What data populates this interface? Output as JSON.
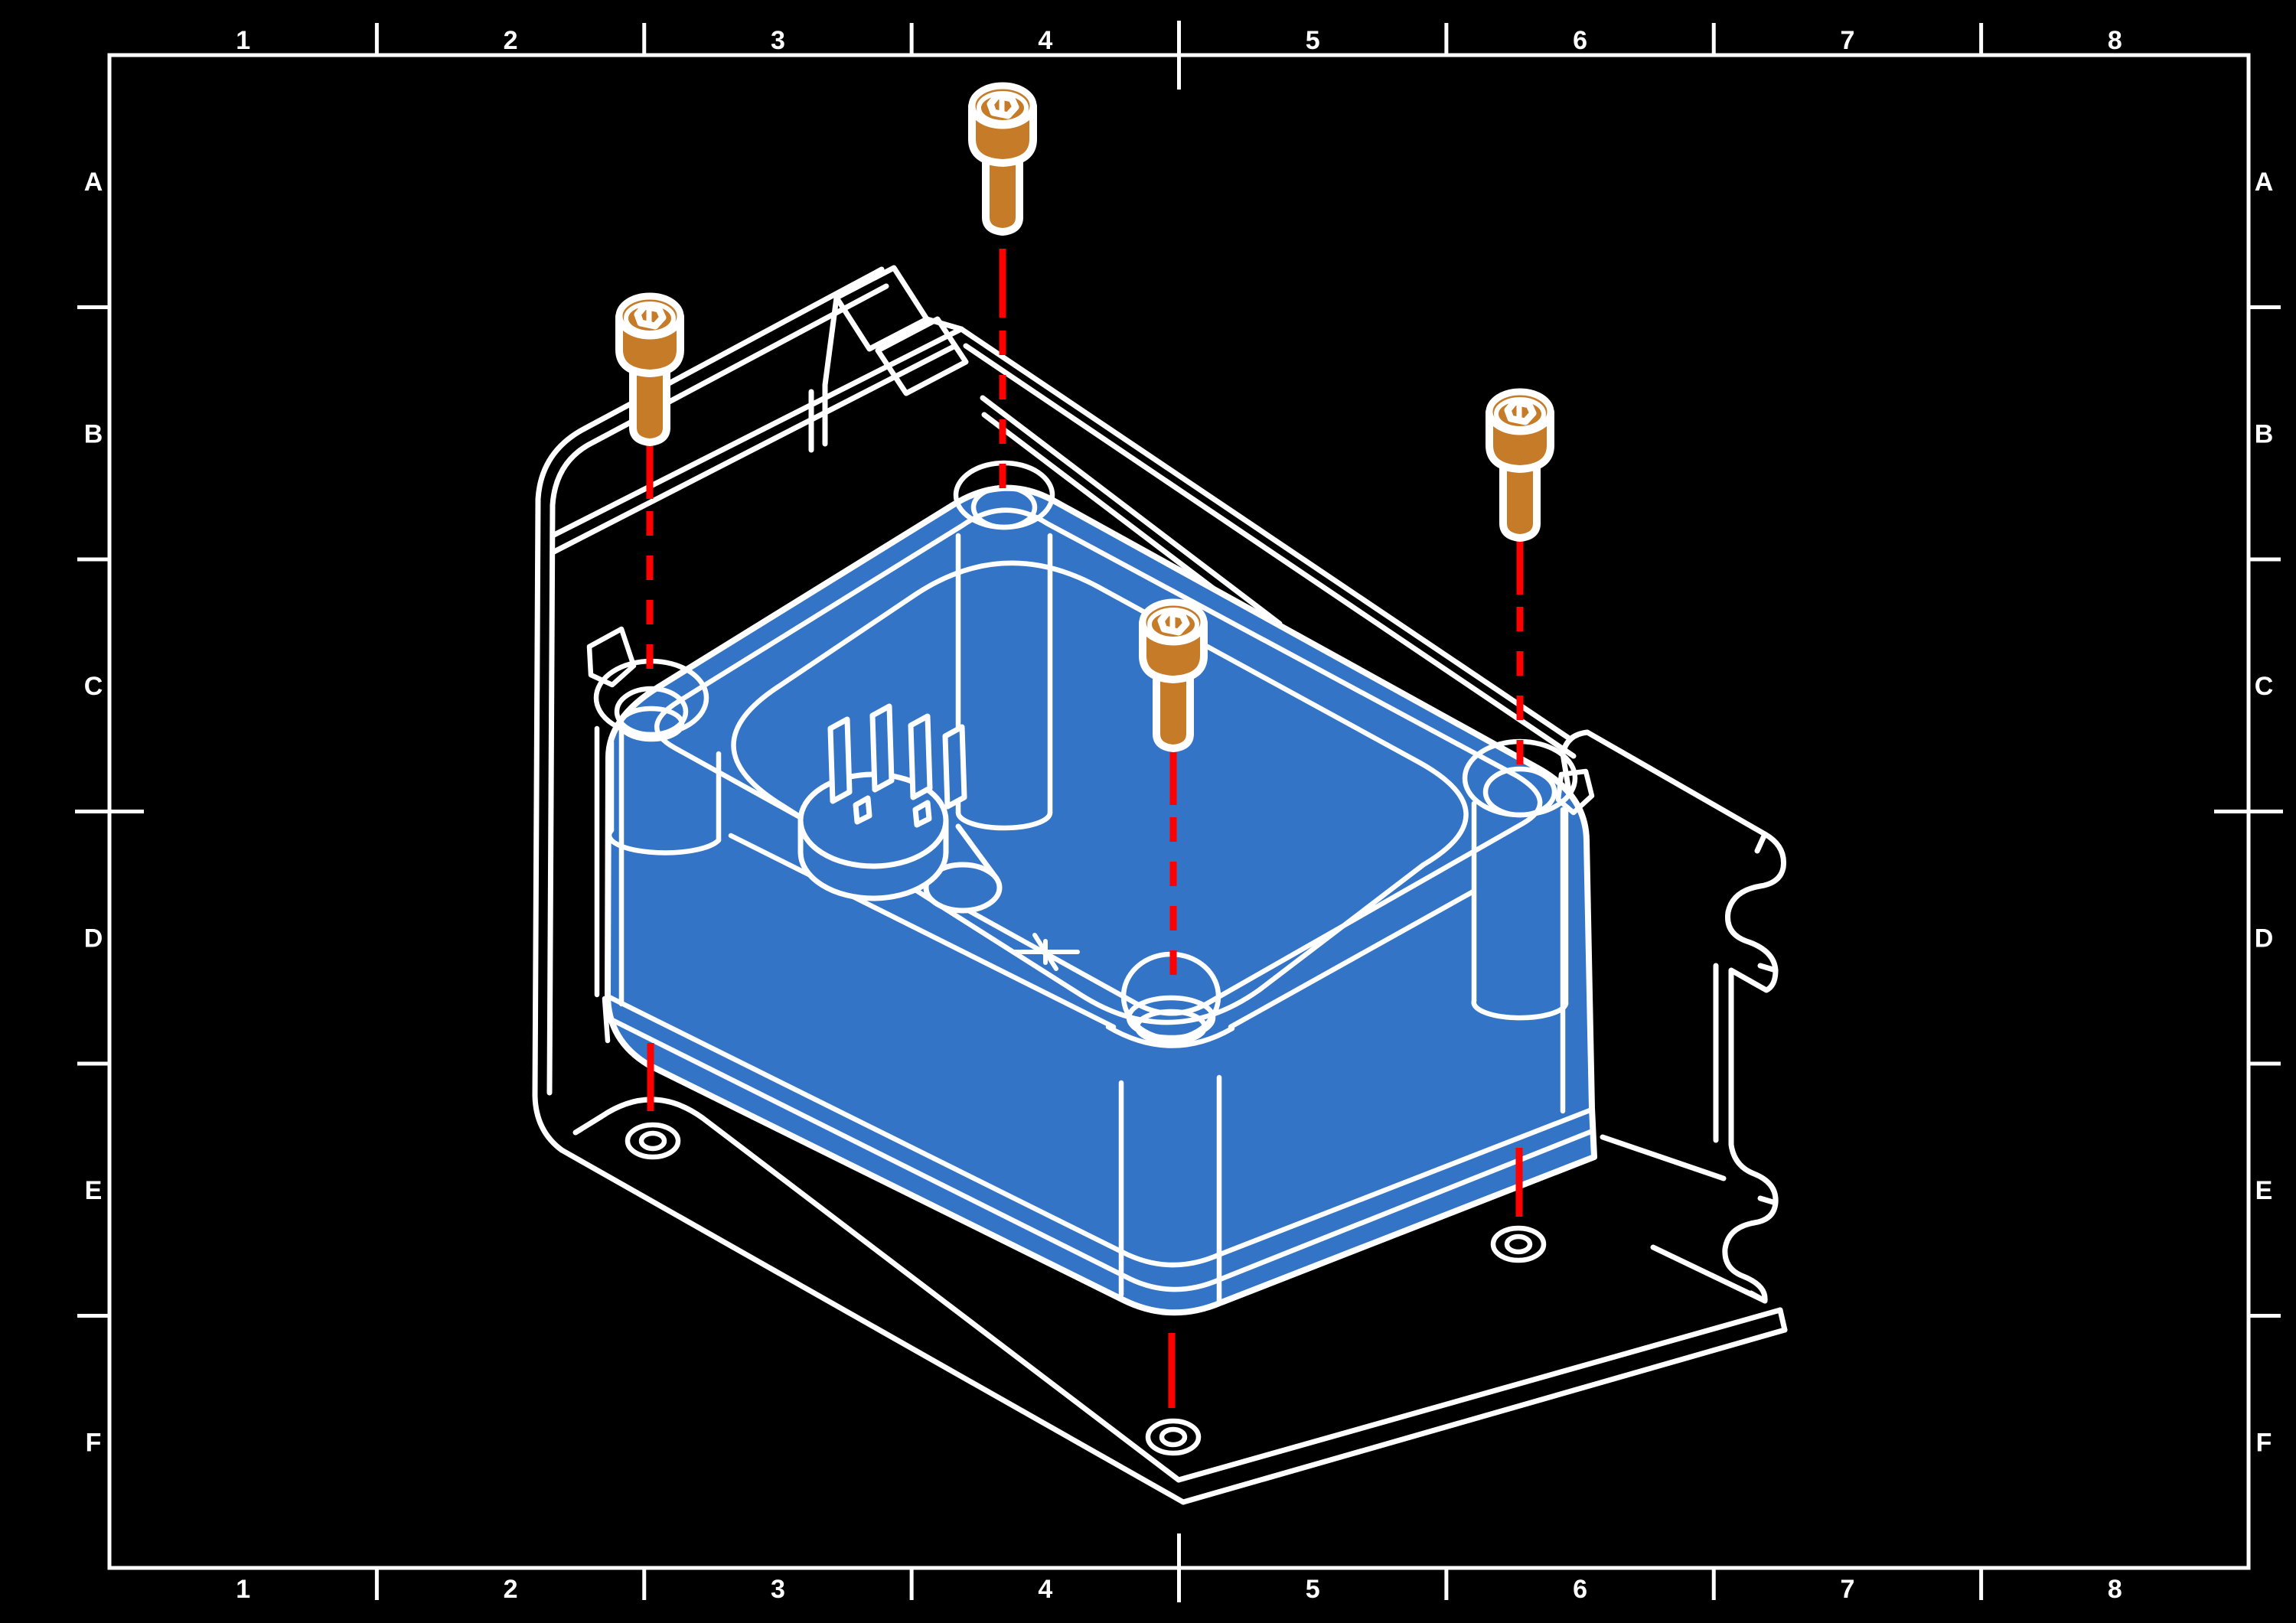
{
  "frame": {
    "column_labels": [
      "1",
      "2",
      "3",
      "4",
      "5",
      "6",
      "7",
      "8"
    ],
    "row_labels": [
      "A",
      "B",
      "C",
      "D",
      "E",
      "F"
    ],
    "label_color": "#ffffff",
    "border_color": "#ffffff"
  },
  "colors": {
    "background": "#000000",
    "outline": "#ffffff",
    "enclosure_blue": "#3474C6",
    "screw_orange": "#C57B27",
    "centerline_red": "#FF0000"
  },
  "parts": {
    "view": "isometric-exploded-assembly",
    "enclosure": "enclosure-box",
    "bracket": "mounting-bracket",
    "screw": "socket-head-cap-screw",
    "screw_count": 4,
    "connector": "terminal-connector",
    "centerline": "screw-centerline"
  }
}
